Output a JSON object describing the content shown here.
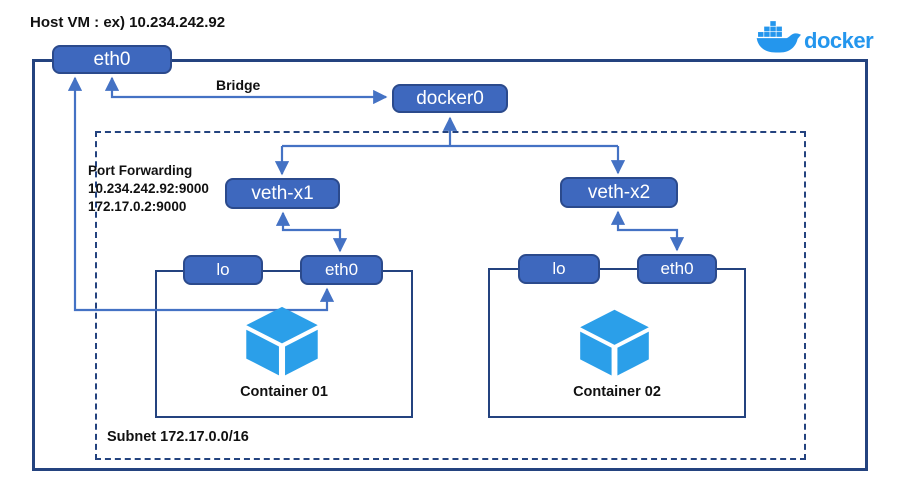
{
  "header": {
    "host_vm_label": "Host VM : ex) 10.234.242.92",
    "docker_wordmark": "docker"
  },
  "colors": {
    "node_fill": "#3E68BE",
    "node_border": "#2B4A8C",
    "connector_blue": "#4472C4",
    "frame_navy": "#24437F",
    "docker_brand_blue": "#2496ED",
    "cube_blue": "#2B9FE9",
    "label_text": "#111111",
    "node_text": "#ffffff"
  },
  "nodes": {
    "host_eth0": {
      "label": "eth0"
    },
    "docker0": {
      "label": "docker0"
    },
    "veth_x1": {
      "label": "veth-x1"
    },
    "veth_x2": {
      "label": "veth-x2"
    },
    "container1": {
      "title": "Container 01",
      "lo": "lo",
      "eth0": "eth0"
    },
    "container2": {
      "title": "Container 02",
      "lo": "lo",
      "eth0": "eth0"
    }
  },
  "annotations": {
    "bridge_label": "Bridge",
    "port_forwarding_lines": [
      "Port Forwarding",
      "10.234.242.92:9000",
      "172.17.0.2:9000"
    ],
    "subnet_label": "Subnet 172.17.0.0/16"
  }
}
